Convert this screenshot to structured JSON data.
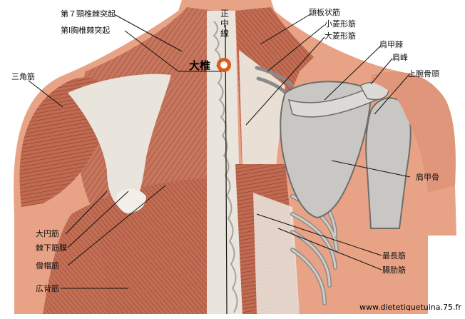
{
  "figure": {
    "point_name": "大椎",
    "midline_label": "正中線",
    "credit": "www.dietetiquetuina.75.fr",
    "colors": {
      "muscle": "#c7765e",
      "muscle_dark": "#8e3d2a",
      "tendon": "#e9e4dc",
      "bone": "#c9c7c4",
      "skin": "#e8a386",
      "marker": "#e05a1e"
    }
  },
  "labels_left": {
    "c7": "第７頸椎棘突起",
    "t1": "第Ⅰ胸椎棘突起",
    "deltoid": "三角筋",
    "teres_major": "大円筋",
    "infraspinatus_fascia": "棘下筋膜",
    "trapezius": "僧帽筋",
    "latissimus": "広背筋"
  },
  "labels_right": {
    "splenius": "頸板状筋",
    "rhomboid_minor": "小菱形筋",
    "rhomboid_major": "大菱形筋",
    "scapular_spine": "肩甲棘",
    "acromion": "肩峰",
    "humeral_head": "上腕骨頭",
    "scapula": "肩甲骨",
    "longissimus": "最長筋",
    "iliocostalis": "腸肋筋"
  }
}
